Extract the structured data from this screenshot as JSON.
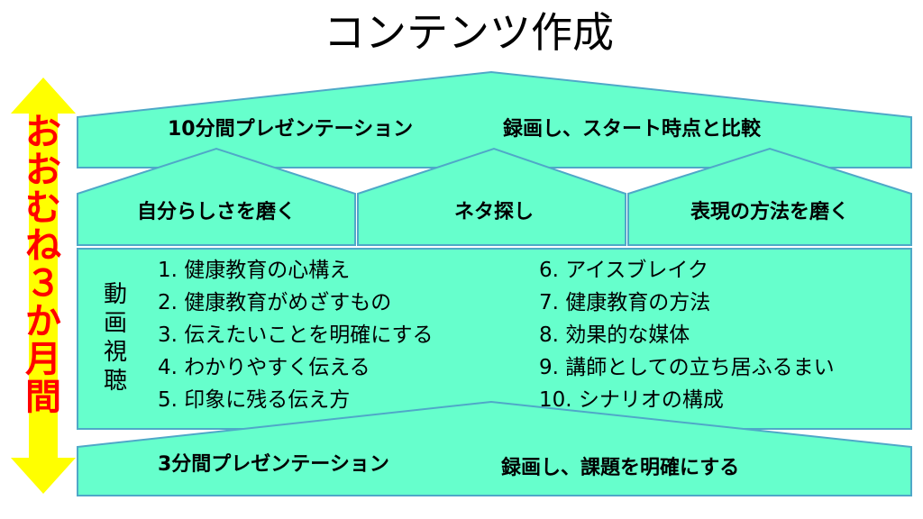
{
  "title": "コンテンツ作成",
  "colors": {
    "shape_fill": "#66ffcc",
    "shape_stroke": "#4fa8c8",
    "arrow_fill": "#ffff00",
    "arrow_text": "#ff0000"
  },
  "duration": {
    "label": "おおむね３か月間"
  },
  "top_banner": {
    "left": "10分間プレゼンテーション",
    "right": "録画し、スタート時点と比較"
  },
  "pillars": [
    {
      "label": "自分らしさを磨く"
    },
    {
      "label": "ネタ探し"
    },
    {
      "label": "表現の方法を磨く"
    }
  ],
  "content": {
    "side_label": "動画視聴",
    "items_left": [
      "1. 健康教育の心構え",
      "2. 健康教育がめざすもの",
      "3. 伝えたいことを明確にする",
      "4. わかりやすく伝える",
      "5. 印象に残る伝え方"
    ],
    "items_right": [
      "6. アイスブレイク",
      "7. 健康教育の方法",
      "8. 効果的な媒体",
      "9. 講師としての立ち居ふるまい",
      "10. シナリオの構成"
    ]
  },
  "bottom_banner": {
    "left": "3分間プレゼンテーション",
    "right": "録画し、課題を明確にする"
  }
}
